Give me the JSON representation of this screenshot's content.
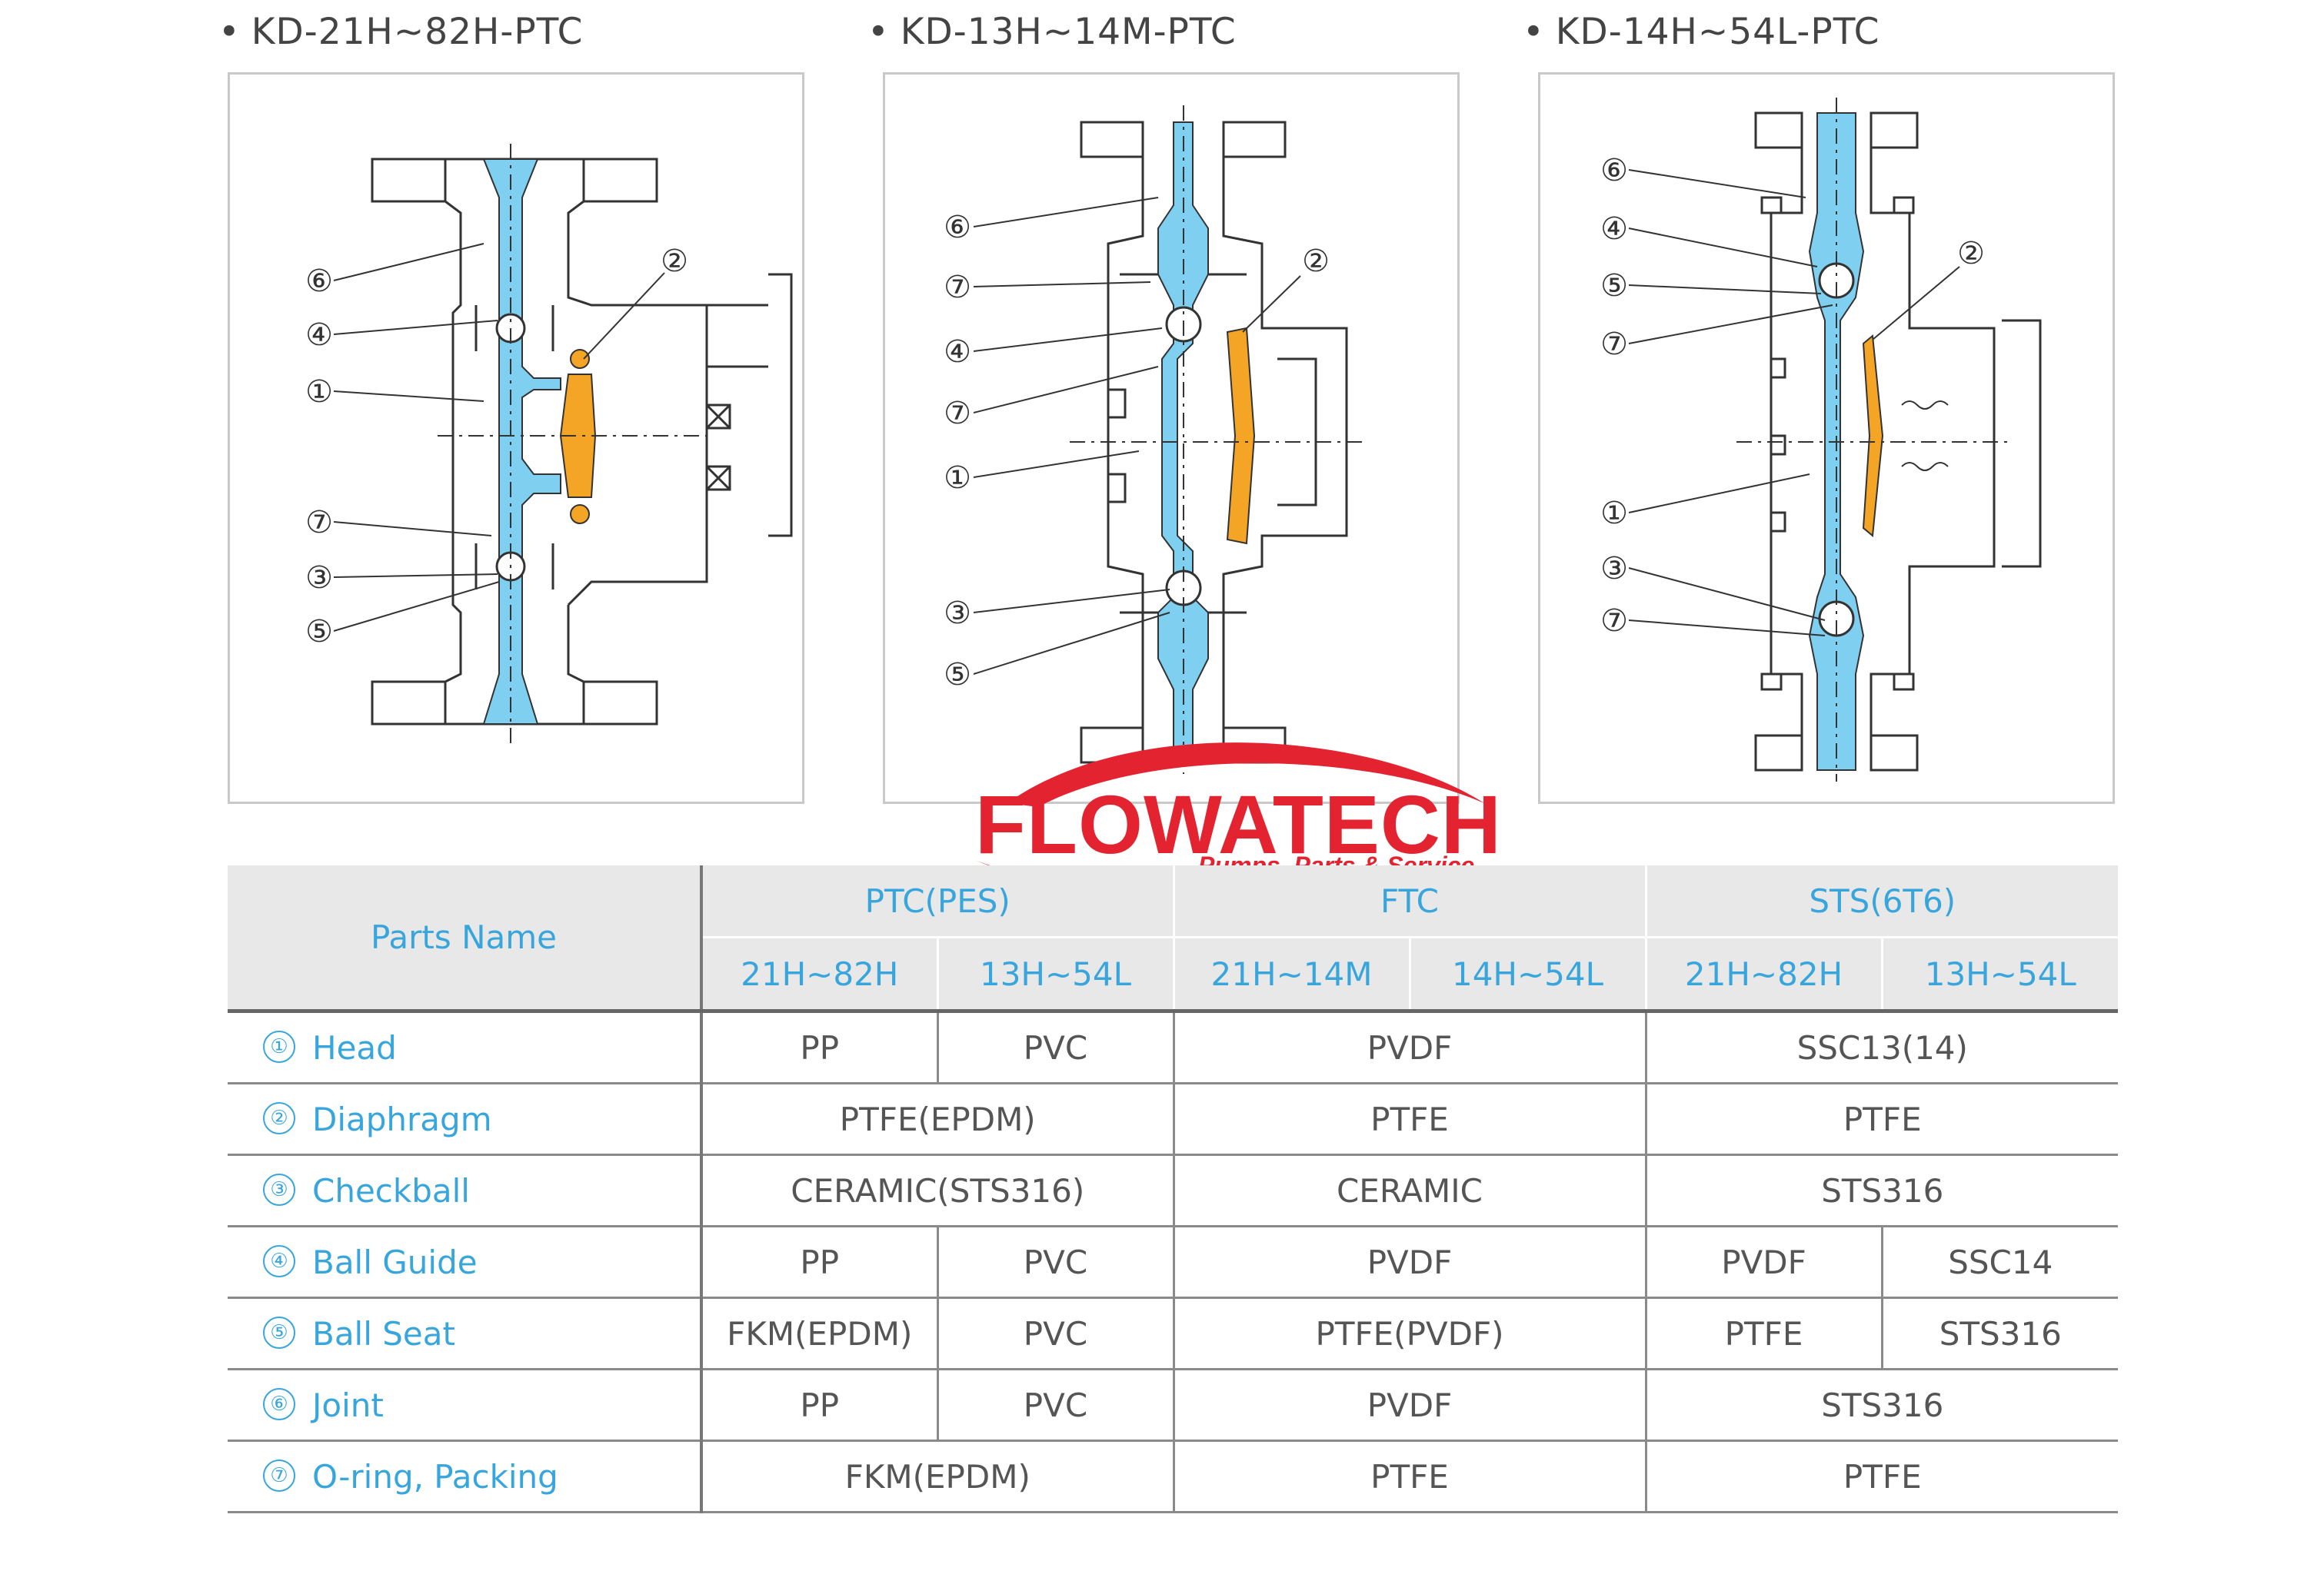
{
  "models": [
    {
      "title": "KD-21H~82H-PTC"
    },
    {
      "title": "KD-13H~14M-PTC"
    },
    {
      "title": "KD-14H~54L-PTC"
    }
  ],
  "bullet": "•",
  "callouts": {
    "c1": "①",
    "c2": "②",
    "c3": "③",
    "c4": "④",
    "c5": "⑤",
    "c6": "⑥",
    "c7": "⑦"
  },
  "logo": {
    "name": "FLOWATECH",
    "tagline": "Pumps, Parts & Service"
  },
  "colors": {
    "fluid": "#7fd0f0",
    "diaphragm": "#f4a525",
    "line": "#333333",
    "accent": "#38a6dd",
    "logo": "#e3232f"
  },
  "table": {
    "parts_name_header": "Parts  Name",
    "groups": [
      "PTC(PES)",
      "FTC",
      "STS(6T6)"
    ],
    "sub_headers": [
      "21H~82H",
      "13H~54L",
      "21H~14M",
      "14H~54L",
      "21H~82H",
      "13H~54L"
    ],
    "rows": [
      {
        "num": "①",
        "name": "Head",
        "cells": [
          "PP",
          "PVC",
          "PVDF",
          "SSC13(14)"
        ]
      },
      {
        "num": "②",
        "name": "Diaphragm",
        "cells": [
          "PTFE(EPDM)",
          "PTFE",
          "PTFE"
        ]
      },
      {
        "num": "③",
        "name": "Checkball",
        "cells": [
          "CERAMIC(STS316)",
          "CERAMIC",
          "STS316"
        ]
      },
      {
        "num": "④",
        "name": "Ball  Guide",
        "cells": [
          "PP",
          "PVC",
          "PVDF",
          "PVDF",
          "SSC14"
        ]
      },
      {
        "num": "⑤",
        "name": "Ball  Seat",
        "cells": [
          "FKM(EPDM)",
          "PVC",
          "PTFE(PVDF)",
          "PTFE",
          "STS316"
        ]
      },
      {
        "num": "⑥",
        "name": "Joint",
        "cells": [
          "PP",
          "PVC",
          "PVDF",
          "STS316"
        ]
      },
      {
        "num": "⑦",
        "name": "O-ring,  Packing",
        "cells": [
          "FKM(EPDM)",
          "PTFE",
          "PTFE"
        ]
      }
    ]
  }
}
